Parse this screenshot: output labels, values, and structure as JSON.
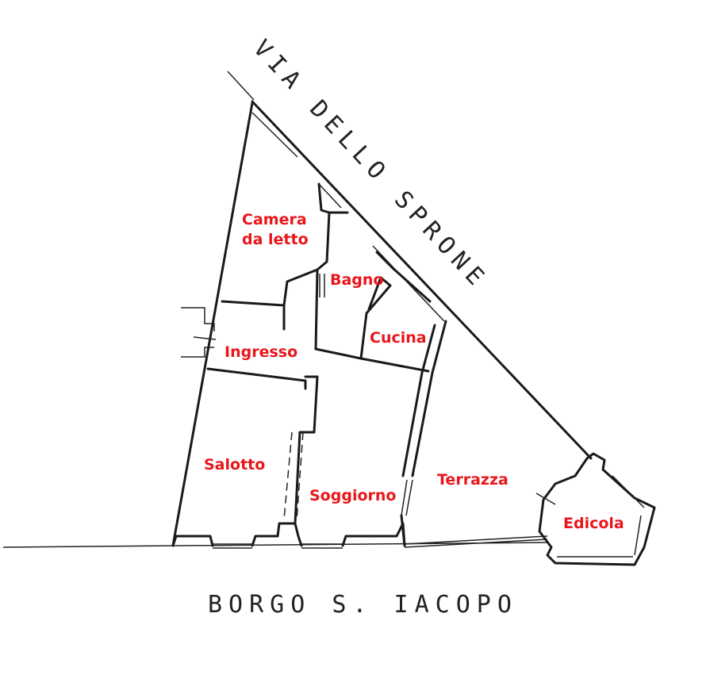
{
  "streets": {
    "north_east": "VIA DELLO SPRONE",
    "south": "BORGO S. IACOPO"
  },
  "rooms": {
    "camera_line1": "Camera",
    "camera_line2": "da letto",
    "bagno": "Bagno",
    "cucina": "Cucina",
    "ingresso": "Ingresso",
    "salotto": "Salotto",
    "soggiorno": "Soggiorno",
    "terrazza": "Terrazza",
    "edicola": "Edicola"
  },
  "colors": {
    "label": "#e8161b",
    "wall": "#1a1a1a"
  }
}
